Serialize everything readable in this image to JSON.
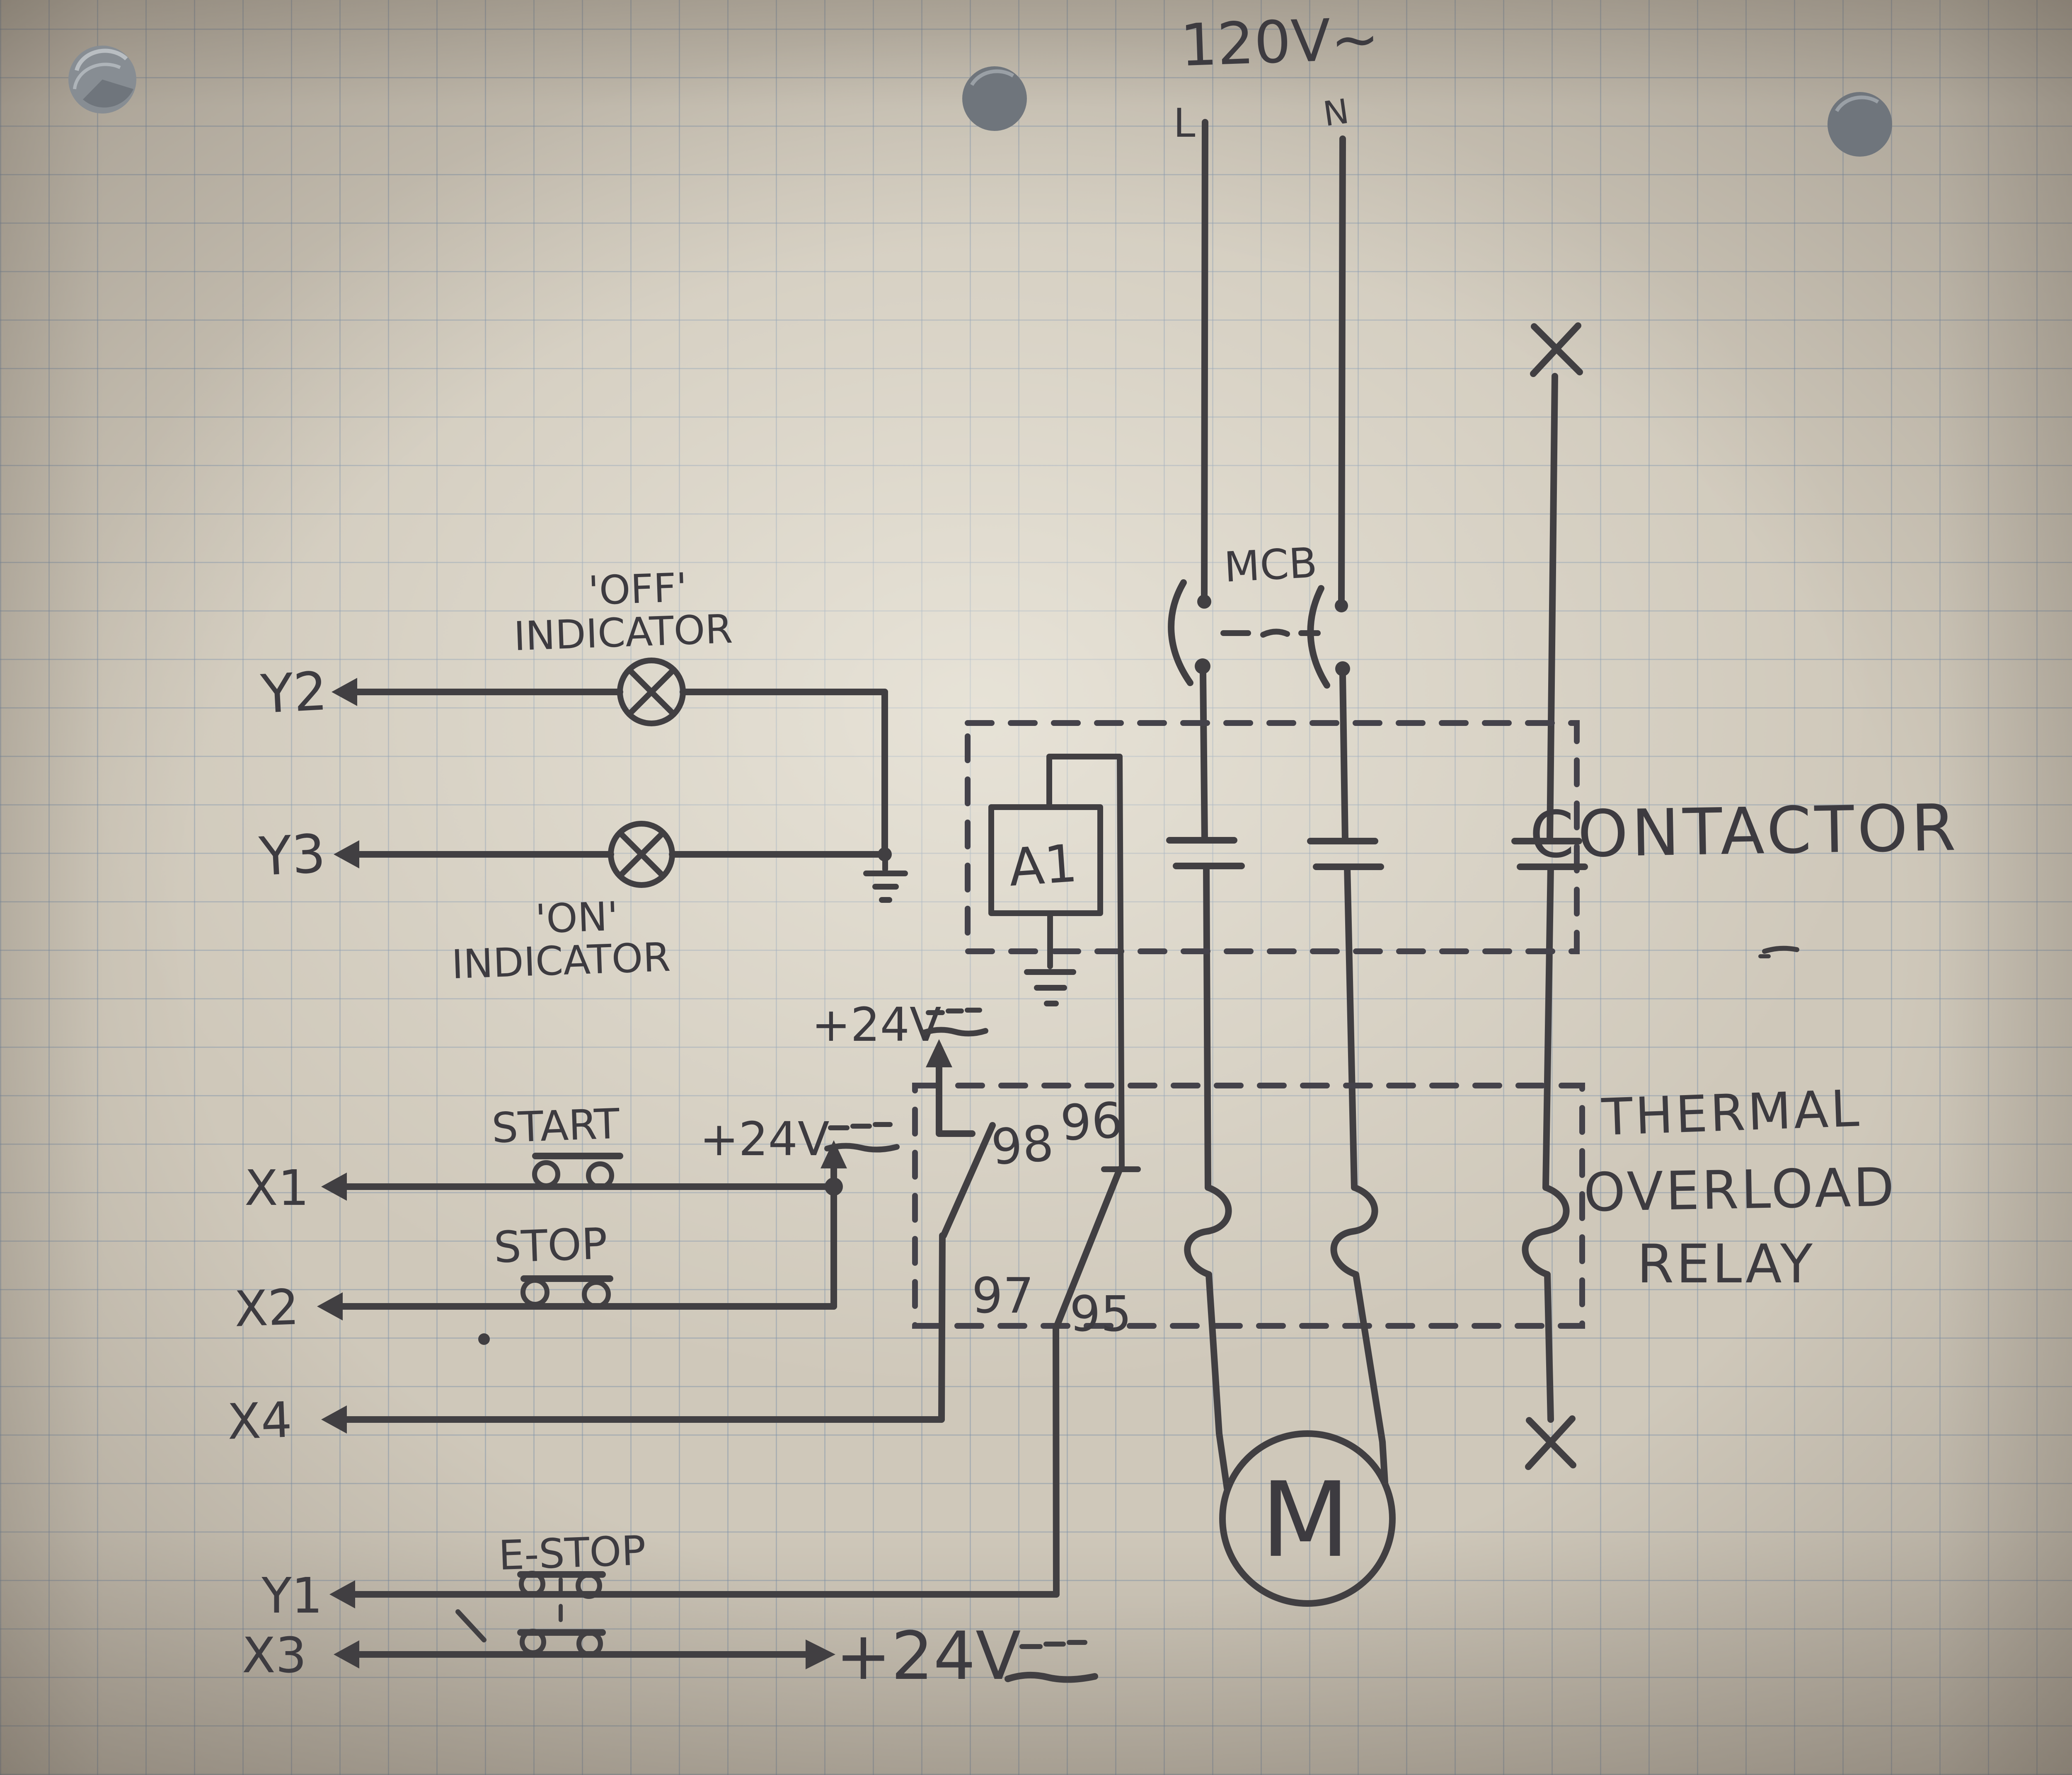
{
  "supply": {
    "voltage": "120V~",
    "line": "L",
    "neutral": "N"
  },
  "breaker": {
    "label": "MCB"
  },
  "contactor": {
    "label": "CONTACTOR",
    "coil": "A1"
  },
  "overload": {
    "label_line1": "THERMAL",
    "label_line2": "OVERLOAD",
    "label_line3": "RELAY",
    "t98": "98",
    "t97": "97",
    "t96": "96",
    "t95": "95"
  },
  "motor": {
    "label": "M"
  },
  "lamps": {
    "off_line1": "'OFF'",
    "off_line2": "INDICATOR",
    "on_line1": "'ON'",
    "on_line2": "INDICATOR"
  },
  "buttons": {
    "start": "START",
    "stop": "STOP",
    "estop": "E-STOP"
  },
  "dc": {
    "v1": "+24V",
    "v2": "+24V",
    "v3": "+24V"
  },
  "terminals": {
    "y2": "Y2",
    "y3": "Y3",
    "x1": "X1",
    "x2": "X2",
    "x4": "X4",
    "y1": "Y1",
    "x3": "X3"
  },
  "colors": {
    "ink": "#413f42",
    "paper": "#cfc8ba",
    "grid": "#7a8fa8"
  }
}
